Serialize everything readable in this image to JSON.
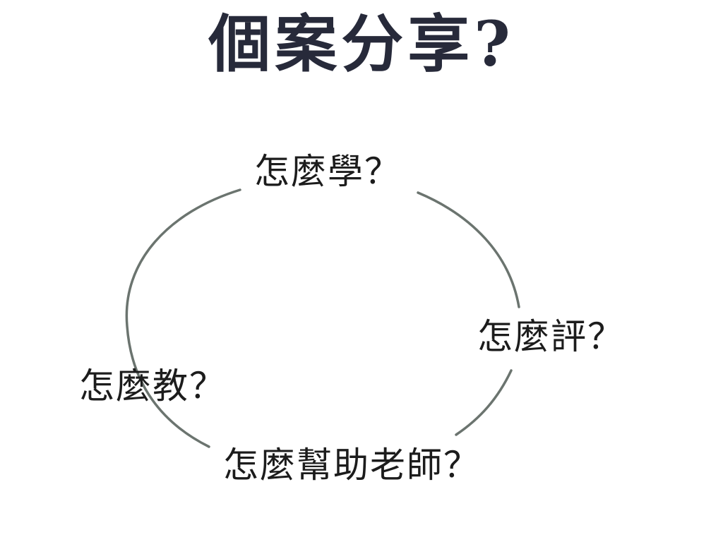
{
  "slide": {
    "title": "個案分享?"
  },
  "cycle": {
    "stroke_color": "#6b746f",
    "nodes": [
      {
        "label": "怎麼學？"
      },
      {
        "label": "怎麼評？"
      },
      {
        "label": "怎麼幫助老師？"
      },
      {
        "label": "怎麼教？"
      }
    ]
  }
}
